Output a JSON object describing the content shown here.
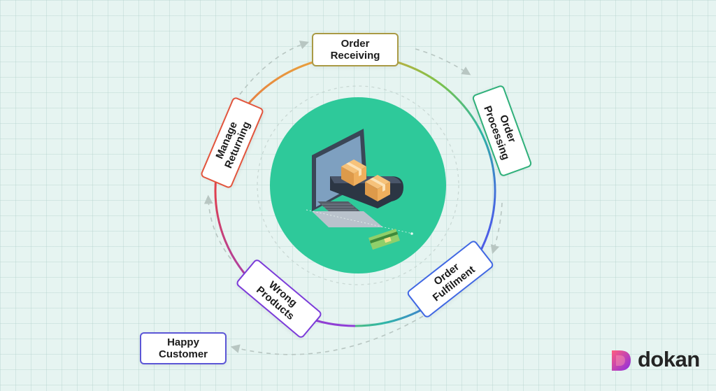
{
  "stages": [
    {
      "id": "order-receiving",
      "label": "Order\nReceiving",
      "color": "#a99a45"
    },
    {
      "id": "order-processing",
      "label": "Order\nProcessing",
      "color": "#2fb07a"
    },
    {
      "id": "order-fulfilment",
      "label": "Order\nFulfilment",
      "color": "#3f67e3"
    },
    {
      "id": "wrong-products",
      "label": "Wrong\nProducts",
      "color": "#7b3bd9"
    },
    {
      "id": "manage-returning",
      "label": "Manage\nReturning",
      "color": "#e2553d"
    },
    {
      "id": "happy-customer",
      "label": "Happy\nCustomer",
      "color": "#5b56d6"
    }
  ],
  "colors": {
    "hub": "#2ec99a",
    "dashed_arrow": "#b8c6c2",
    "logo_primary": "#e9416b",
    "logo_secondary": "#8a2be2"
  },
  "icons": [
    "laptop-icon",
    "box-icon",
    "conveyor-icon",
    "credit-card-icon",
    "dokan-logo-icon"
  ],
  "brand": {
    "name": "dokan"
  }
}
